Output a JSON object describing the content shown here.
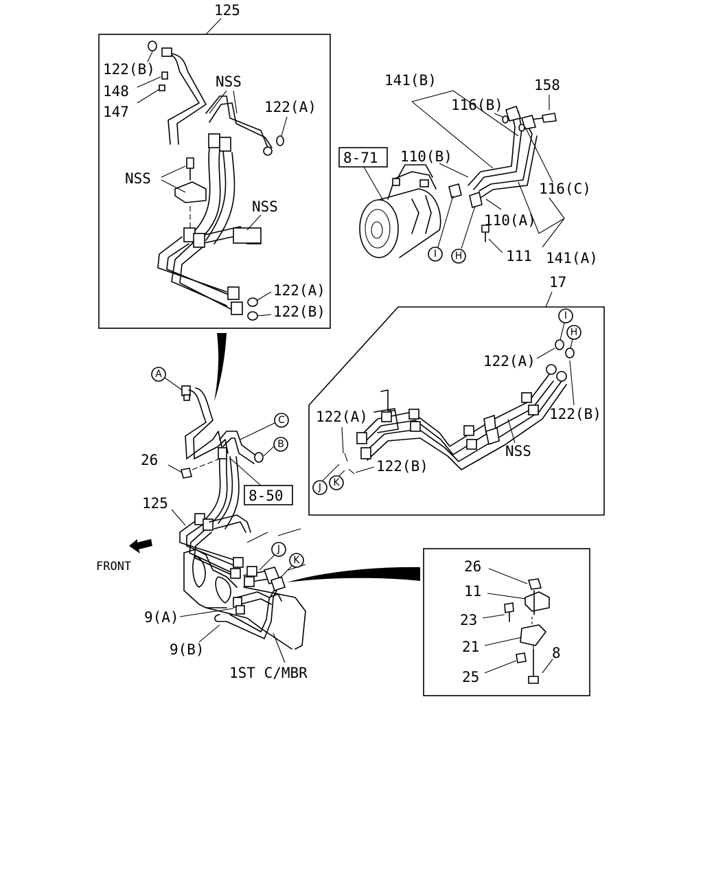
{
  "labels": {
    "top_125": "125",
    "inset1_122B_top": "122(B)",
    "inset1_148": "148",
    "inset1_147": "147",
    "inset1_NSS_top": "NSS",
    "inset1_122A_top": "122(A)",
    "inset1_NSS_left": "NSS",
    "inset1_NSS_right": "NSS",
    "inset1_122A_bot": "122(A)",
    "inset1_122B_bot": "122(B)",
    "c_141B": "141(B)",
    "c_116B": "116(B)",
    "c_158": "158",
    "c_8_71": "8-71",
    "c_110B": "110(B)",
    "c_116C": "116(C)",
    "c_110A": "110(A)",
    "c_111": "111",
    "c_141A": "141(A)",
    "i2_17": "17",
    "i2_122A_r": "122(A)",
    "i2_122A_l": "122(A)",
    "i2_122B_r": "122(B)",
    "i2_122B_l": "122(B)",
    "i2_NSS": "NSS",
    "m_26": "26",
    "m_8_50": "8-50",
    "m_125": "125",
    "m_front": "FRONT",
    "m_9A": "9(A)",
    "m_9B": "9(B)",
    "m_1st": "1ST C/MBR",
    "b_26": "26",
    "b_11": "11",
    "b_23": "23",
    "b_21": "21",
    "b_25": "25",
    "b_8": "8"
  },
  "callouts": {
    "A": "A",
    "B": "B",
    "C": "C",
    "H": "H",
    "I": "I",
    "J": "J",
    "K": "K"
  }
}
